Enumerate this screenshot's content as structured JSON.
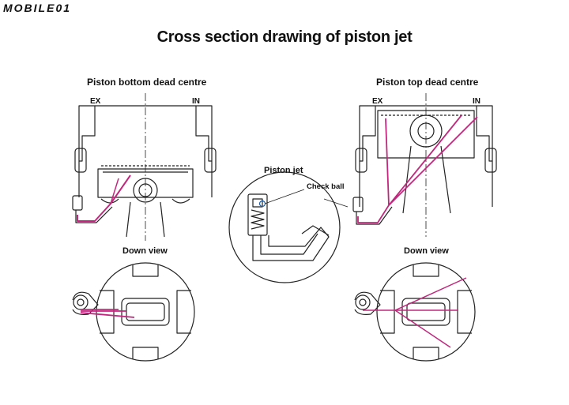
{
  "watermark": "MOBILE01",
  "title": "Cross section drawing of piston jet",
  "left": {
    "heading": "Piston bottom dead centre",
    "ex": "EX",
    "in": "IN",
    "down_view": "Down view"
  },
  "right": {
    "heading": "Piston top dead centre",
    "ex": "EX",
    "in": "IN",
    "down_view": "Down view"
  },
  "center": {
    "heading": "Piston jet",
    "check_ball": "Check ball"
  },
  "colors": {
    "accent": "#c0287e",
    "line": "#222222"
  }
}
